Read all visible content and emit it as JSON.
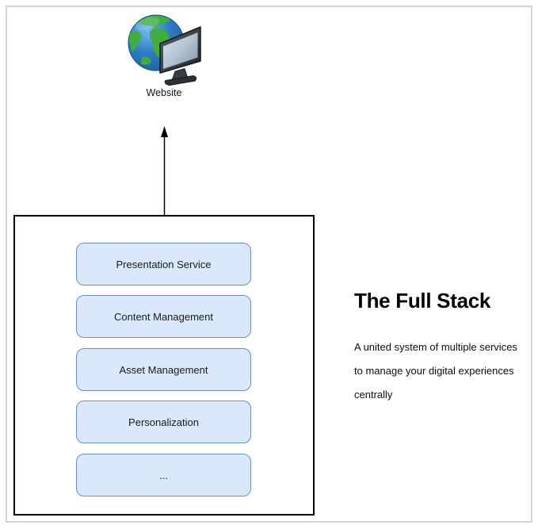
{
  "website": {
    "label": "Website",
    "icon": "globe-with-monitor-icon"
  },
  "stack": {
    "services": [
      "Presentation Service",
      "Content Management",
      "Asset Management",
      "Personalization",
      "..."
    ]
  },
  "description": {
    "heading": "The Full Stack",
    "lines": [
      "A united system of multiple services",
      "to manage your digital experiences",
      "centrally"
    ]
  },
  "colors": {
    "service_fill": "#dae8fc",
    "service_border": "#6c8ebf",
    "container_border": "#000000",
    "frame_border": "#d4d4d4",
    "arrow": "#000000",
    "globe_ocean": "#2f7cc4",
    "globe_land": "#3fae3c",
    "monitor_bezel": "#2b3137"
  }
}
